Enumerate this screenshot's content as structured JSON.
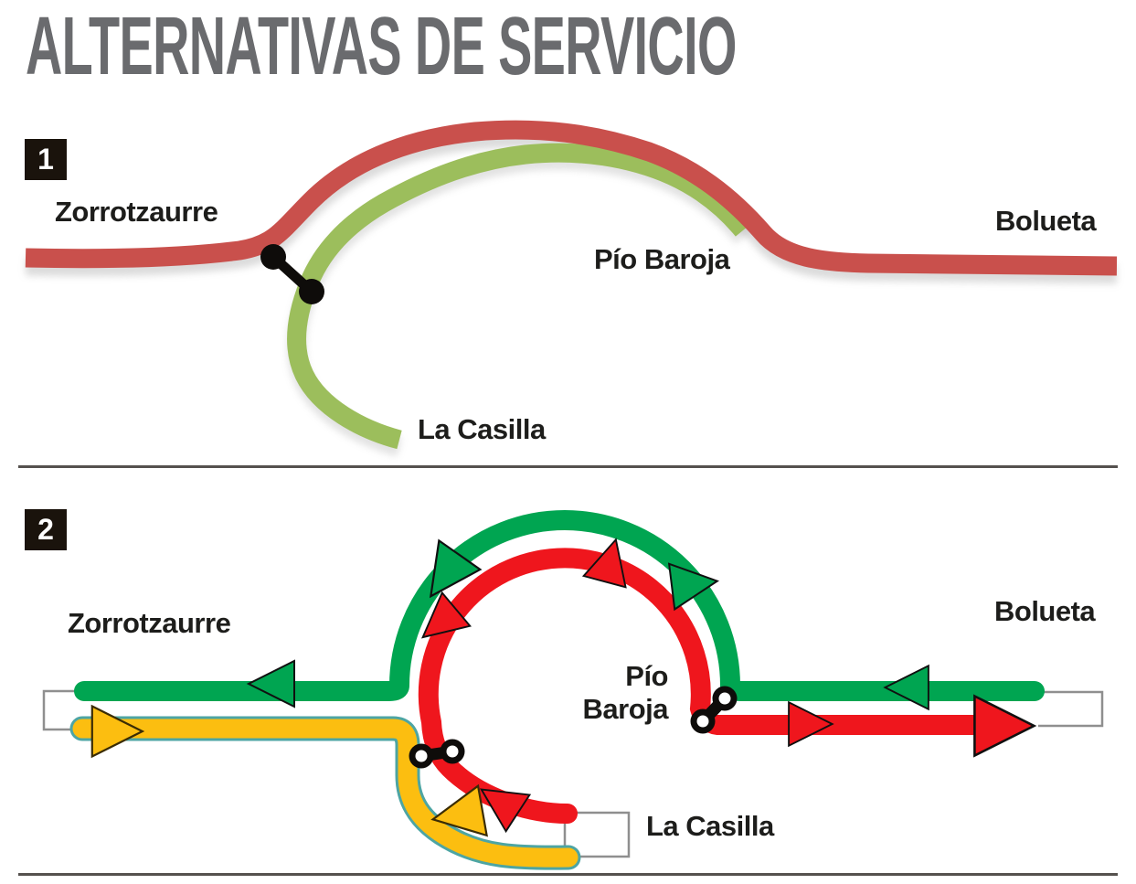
{
  "title": "ALTERNATIVAS DE SERVICIO",
  "panel1": {
    "number": "1",
    "stations": {
      "zorrotzaurre": "Zorrotzaurre",
      "bolueta": "Bolueta",
      "pio_baroja": "Pío Baroja",
      "la_casilla": "La Casilla"
    }
  },
  "panel2": {
    "number": "2",
    "stations": {
      "zorrotzaurre": "Zorrotzaurre",
      "bolueta": "Bolueta",
      "pio_line1": "Pío",
      "pio_line2": "Baroja",
      "la_casilla": "La Casilla"
    }
  },
  "colors": {
    "title_gray": "#6a6b6e",
    "label_black": "#1d1d1b",
    "badge_bg": "#1a130c",
    "divider": "#55514e",
    "p1_red": "#c9504c",
    "p1_green": "#9cbe5c",
    "p2_green": "#00a551",
    "p2_red": "#ef161d",
    "p2_yellow": "#fcbe10",
    "p2_yellow_edge": "#4da5a3",
    "bracket_gray": "#8f8f8f",
    "link_black": "#0e0c0a",
    "shadow_gray": "#9a9a9a"
  }
}
